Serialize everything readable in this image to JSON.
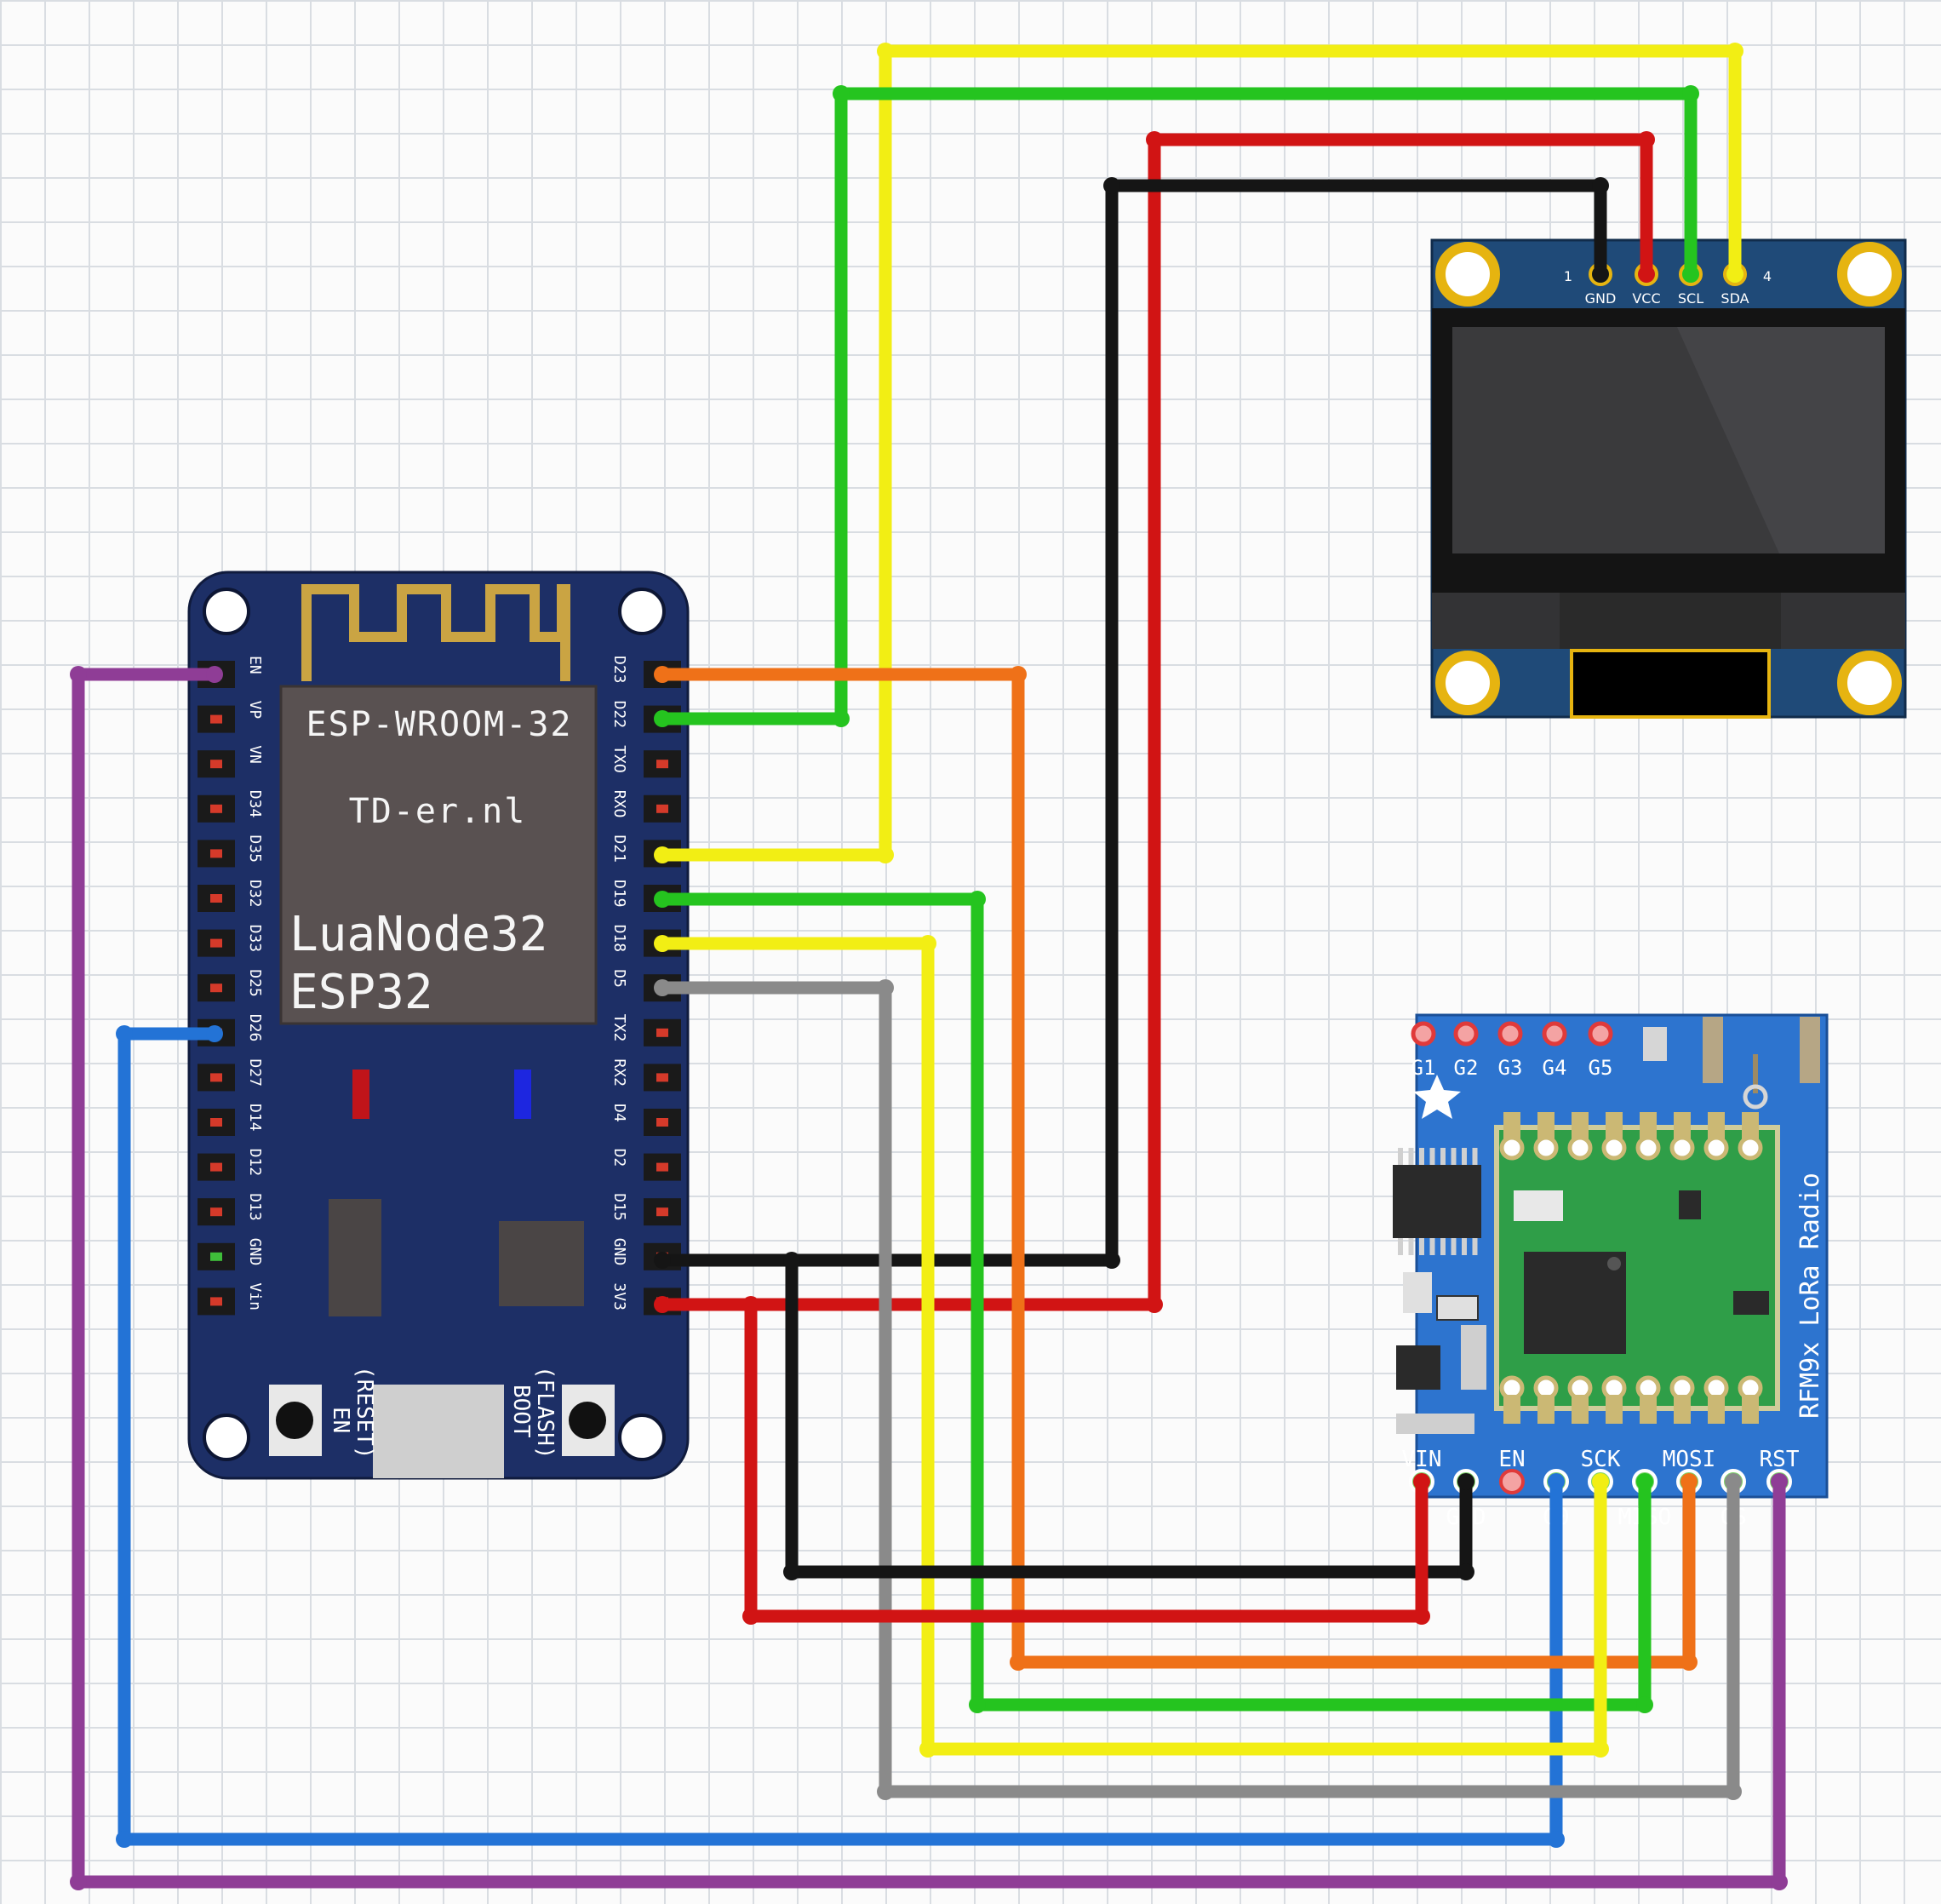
{
  "colors": {
    "yellow": "#f2ee14",
    "green": "#25c41f",
    "red": "#d11414",
    "black": "#151515",
    "orange": "#ef7118",
    "gray": "#8a8a8a",
    "blue": "#2373d6",
    "purple": "#8f3d96",
    "esp_board": "#1d2f66",
    "oled_board": "#1f4a78",
    "rfm_board": "#2d74cf"
  },
  "esp32": {
    "module_line1": "ESP-WROOM-32",
    "module_line2": "TD-er.nl",
    "model_line1": "LuaNode32",
    "model_line2": "ESP32",
    "btn_en_line1": "EN",
    "btn_en_line2": "(RESET)",
    "btn_boot_line1": "BOOT",
    "btn_boot_line2": "(FLASH)",
    "left_pins": [
      "EN",
      "VP",
      "VN",
      "D34",
      "D35",
      "D32",
      "D33",
      "D25",
      "D26",
      "D27",
      "D14",
      "D12",
      "D13",
      "GND",
      "Vin"
    ],
    "right_pins": [
      "D23",
      "D22",
      "TXO",
      "RXO",
      "D21",
      "D19",
      "D18",
      "D5",
      "TX2",
      "RX2",
      "D4",
      "D2",
      "D15",
      "GND",
      "3V3"
    ]
  },
  "oled": {
    "pins": [
      "GND",
      "VCC",
      "SCL",
      "SDA"
    ],
    "mark_left": "1",
    "mark_right": "4"
  },
  "rfm": {
    "title": "RFM9x LoRa Radio",
    "top_pins": [
      "G1",
      "G2",
      "G3",
      "G4",
      "G5"
    ],
    "bottom_labels_top": [
      "VIN",
      "EN",
      "SCK",
      "MOSI",
      "RST"
    ],
    "bottom_labels_bottom": [
      "GND",
      "G0",
      "MISO",
      "CS"
    ]
  }
}
